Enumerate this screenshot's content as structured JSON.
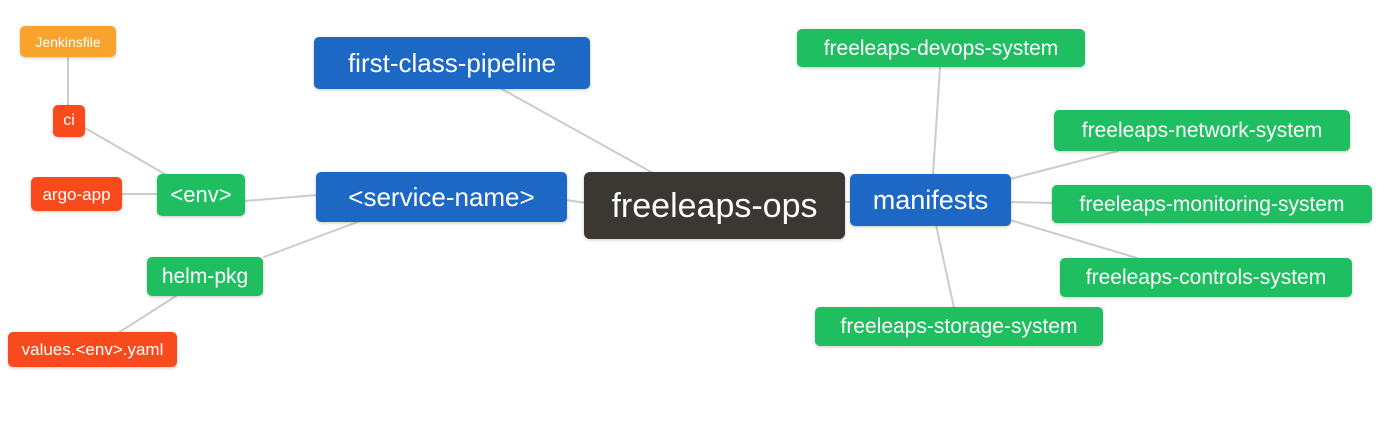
{
  "diagram": {
    "type": "mindmap",
    "title": "freeleaps-ops repository structure mind map",
    "colors": {
      "background": "#FFFFFF",
      "orange": "#F8A42C",
      "red": "#F94A1E",
      "green": "#1FBE60",
      "blue": "#1D68C4",
      "dark": "#3B3733",
      "edge": "#CCCCCC",
      "text": "#FFFFFF"
    },
    "nodes": {
      "jenkinsfile": {
        "label": "Jenkinsfile",
        "color": "orange"
      },
      "ci": {
        "label": "ci",
        "color": "red"
      },
      "argo_app": {
        "label": "argo-app",
        "color": "red"
      },
      "env": {
        "label": "<env>",
        "color": "green"
      },
      "helm_pkg": {
        "label": "helm-pkg",
        "color": "green"
      },
      "values_yaml": {
        "label": "values.<env>.yaml",
        "color": "red"
      },
      "first_class_pipeline": {
        "label": "first-class-pipeline",
        "color": "blue"
      },
      "service_name": {
        "label": "<service-name>",
        "color": "blue"
      },
      "freeleaps_ops": {
        "label": "freeleaps-ops",
        "color": "dark"
      },
      "manifests": {
        "label": "manifests",
        "color": "blue"
      },
      "devops_system": {
        "label": "freeleaps-devops-system",
        "color": "green"
      },
      "network_system": {
        "label": "freeleaps-network-system",
        "color": "green"
      },
      "monitoring_system": {
        "label": "freeleaps-monitoring-system",
        "color": "green"
      },
      "controls_system": {
        "label": "freeleaps-controls-system",
        "color": "green"
      },
      "storage_system": {
        "label": "freeleaps-storage-system",
        "color": "green"
      }
    },
    "edges": [
      [
        "jenkinsfile",
        "ci"
      ],
      [
        "ci",
        "env"
      ],
      [
        "argo_app",
        "env"
      ],
      [
        "env",
        "service_name"
      ],
      [
        "helm_pkg",
        "service_name"
      ],
      [
        "values_yaml",
        "helm_pkg"
      ],
      [
        "first_class_pipeline",
        "freeleaps_ops"
      ],
      [
        "service_name",
        "freeleaps_ops"
      ],
      [
        "freeleaps_ops",
        "manifests"
      ],
      [
        "manifests",
        "devops_system"
      ],
      [
        "manifests",
        "network_system"
      ],
      [
        "manifests",
        "monitoring_system"
      ],
      [
        "manifests",
        "controls_system"
      ],
      [
        "manifests",
        "storage_system"
      ]
    ]
  }
}
